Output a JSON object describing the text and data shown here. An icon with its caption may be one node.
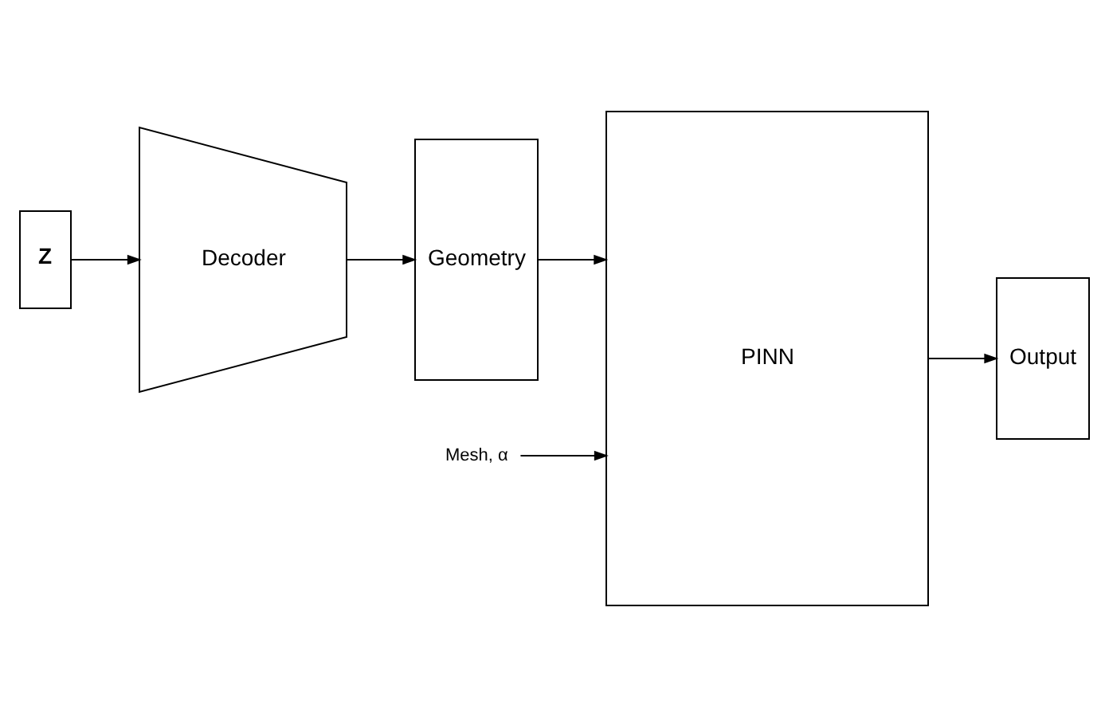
{
  "diagram": {
    "nodes": [
      {
        "text": [
          "Z"
        ]
      },
      {
        "text": [
          "Decoder"
        ]
      },
      {
        "text": [
          "Geometry"
        ]
      },
      {
        "text": [
          "Mesh, α"
        ]
      },
      {
        "text": [
          "PINN"
        ]
      },
      {
        "text": [
          "Output"
        ]
      }
    ],
    "edges": [
      {
        "from": 0,
        "to": 1,
        "arrow": "to"
      },
      {
        "from": 1,
        "to": 2,
        "arrow": "to"
      },
      {
        "from": 2,
        "to": 4,
        "arrow": "to"
      },
      {
        "from": 3,
        "to": 4,
        "arrow": "to"
      },
      {
        "from": 4,
        "to": 5,
        "arrow": "to"
      }
    ]
  }
}
